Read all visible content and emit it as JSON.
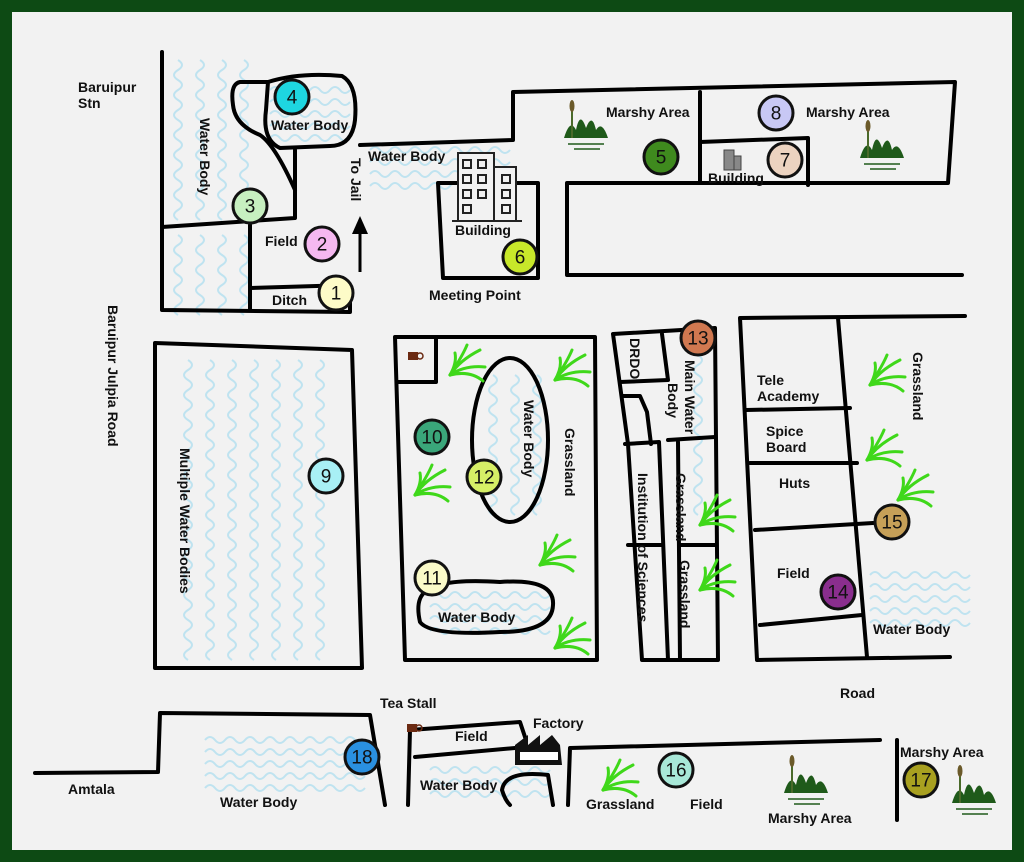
{
  "colors": {
    "border": "#0d4a14",
    "background": "#f2f2f2",
    "grass": "#3fd81a",
    "water": "#bfe3f0"
  },
  "labels": {
    "baruipur_stn_1": "Baruipur",
    "baruipur_stn_2": "Stn",
    "water_body_left": "Water Body",
    "water_body_4": "Water Body",
    "water_body_road": "Water Body",
    "to_jail": "To Jail",
    "field_2": "Field",
    "ditch": "Ditch",
    "building_6": "Building",
    "meeting_point": "Meeting Point",
    "marshy_5": "Marshy Area",
    "marshy_8": "Marshy Area",
    "building_7": "Building",
    "baruipur_julpia_road": "Baruipur Julpia Road",
    "multiple_water_bodies": "Multiple Water Bodies",
    "water_body_12": "Water Body",
    "grassland_mid": "Grassland",
    "water_body_11": "Water Body",
    "drdo": "DRDO",
    "main_water_body_1": "Main Water",
    "main_water_body_2": "Body",
    "institution": "Institution of Sciences",
    "grassland_col1": "Grassland",
    "grassland_col2": "Grassland",
    "tele_1": "Tele",
    "tele_2": "Academy",
    "spice_1": "Spice",
    "spice_2": "Board",
    "huts": "Huts",
    "field_14": "Field",
    "water_body_14": "Water Body",
    "grassland_right": "Grassland",
    "road": "Road",
    "tea_stall": "Tea Stall",
    "factory": "Factory",
    "field_bottom": "Field",
    "water_body_bottom": "Water Body",
    "amtala": "Amtala",
    "water_body_18": "Water Body",
    "grassland_16": "Grassland",
    "field_16": "Field",
    "marshy_16": "Marshy Area",
    "marshy_17": "Marshy Area"
  },
  "markers": [
    {
      "num": "1",
      "color": "#fdfbc8"
    },
    {
      "num": "2",
      "color": "#f5b8f0"
    },
    {
      "num": "3",
      "color": "#c7f0c0"
    },
    {
      "num": "4",
      "color": "#1ed6e0"
    },
    {
      "num": "5",
      "color": "#3f8a1e"
    },
    {
      "num": "6",
      "color": "#c8e82a"
    },
    {
      "num": "7",
      "color": "#ecd3c0"
    },
    {
      "num": "8",
      "color": "#c8c8f5"
    },
    {
      "num": "9",
      "color": "#a8f0f5"
    },
    {
      "num": "10",
      "color": "#3aa67a"
    },
    {
      "num": "11",
      "color": "#fafac8"
    },
    {
      "num": "12",
      "color": "#d6ef66"
    },
    {
      "num": "13",
      "color": "#d07850"
    },
    {
      "num": "14",
      "color": "#8a2e8e"
    },
    {
      "num": "15",
      "color": "#c6a058"
    },
    {
      "num": "16",
      "color": "#a8e8d8"
    },
    {
      "num": "17",
      "color": "#a8a020"
    },
    {
      "num": "18",
      "color": "#2a90e0"
    }
  ]
}
